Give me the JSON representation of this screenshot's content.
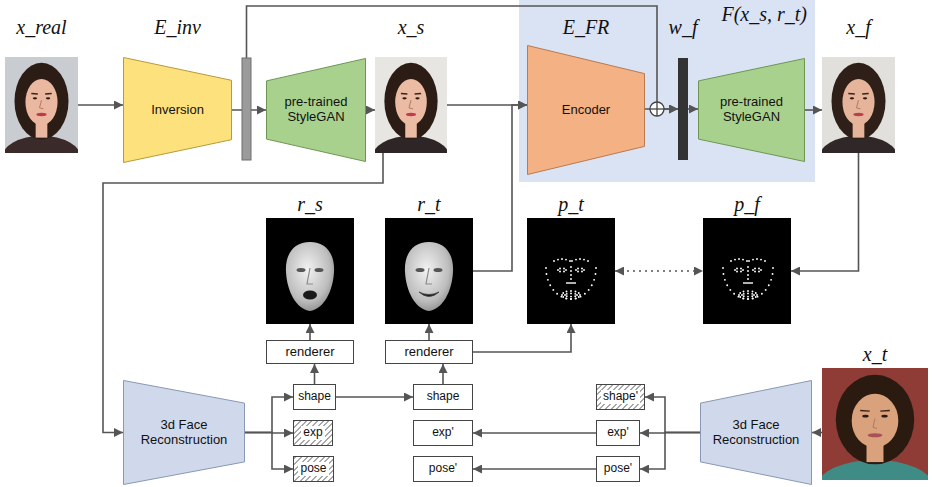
{
  "diagram": {
    "nodes": [
      {
        "text": [
          "x_real"
        ]
      },
      {
        "text": [
          "E_inv",
          "Inversion"
        ]
      },
      {
        "text": [
          "pre-trained StyleGAN"
        ]
      },
      {
        "text": [
          "x_s"
        ]
      },
      {
        "text": [
          "F(x_s, r_t)"
        ]
      },
      {
        "text": [
          "E_FR",
          "Encoder"
        ],
        "in": 4
      },
      {
        "text": [
          "w_f"
        ],
        "in": 4
      },
      {
        "text": [
          "pre-trained StyleGAN"
        ],
        "in": 4
      },
      {
        "text": [
          "x_f"
        ]
      },
      {
        "text": [
          "r_s"
        ]
      },
      {
        "text": [
          "r_t"
        ]
      },
      {
        "text": [
          "p_t"
        ]
      },
      {
        "text": [
          "p_f"
        ]
      },
      {
        "text": [
          "renderer"
        ]
      },
      {
        "text": [
          "renderer"
        ]
      },
      {
        "text": [
          "3d Face Reconstruction"
        ]
      },
      {
        "text": [
          "shape"
        ]
      },
      {
        "text": [
          "exp"
        ]
      },
      {
        "text": [
          "pose"
        ]
      },
      {
        "text": [
          "shape"
        ]
      },
      {
        "text": [
          "exp'"
        ]
      },
      {
        "text": [
          "pose'"
        ]
      },
      {
        "text": [
          "shape'"
        ]
      },
      {
        "text": [
          "exp'"
        ]
      },
      {
        "text": [
          "pose'"
        ]
      },
      {
        "text": [
          "3d Face Reconstruction"
        ]
      },
      {
        "text": [
          "x_t"
        ]
      }
    ],
    "edges": [
      {
        "from": 0,
        "to": 1,
        "arrow": "to"
      },
      {
        "from": 1,
        "to": 2,
        "arrow": "to"
      },
      {
        "from": 1,
        "to": 6,
        "arrow": "to"
      },
      {
        "from": 2,
        "to": 3,
        "arrow": "to"
      },
      {
        "from": 3,
        "to": 5,
        "arrow": "to"
      },
      {
        "from": 5,
        "to": 6,
        "arrow": "to"
      },
      {
        "from": 6,
        "to": 7,
        "arrow": "to"
      },
      {
        "from": 7,
        "to": 8,
        "arrow": "to"
      },
      {
        "from": 3,
        "to": 15,
        "arrow": "to"
      },
      {
        "from": 10,
        "to": 5,
        "arrow": "to"
      },
      {
        "from": 8,
        "to": 12,
        "arrow": "to"
      },
      {
        "from": 11,
        "to": 12,
        "arrow": "both"
      },
      {
        "from": 13,
        "to": 9,
        "arrow": "to"
      },
      {
        "from": 14,
        "to": 10,
        "arrow": "to"
      },
      {
        "from": 14,
        "to": 11,
        "arrow": "to"
      },
      {
        "from": 15,
        "to": 16,
        "arrow": "to"
      },
      {
        "from": 15,
        "to": 17,
        "arrow": "to"
      },
      {
        "from": 15,
        "to": 18,
        "arrow": "to"
      },
      {
        "from": 16,
        "to": 13,
        "arrow": "to"
      },
      {
        "from": 16,
        "to": 19,
        "arrow": "to"
      },
      {
        "from": 19,
        "to": 14,
        "arrow": "to"
      },
      {
        "from": 24,
        "to": 21,
        "arrow": "to"
      },
      {
        "from": 23,
        "to": 20,
        "arrow": "to"
      },
      {
        "from": 25,
        "to": 22,
        "arrow": "to"
      },
      {
        "from": 25,
        "to": 23,
        "arrow": "to"
      },
      {
        "from": 25,
        "to": 24,
        "arrow": "to"
      },
      {
        "from": 26,
        "to": 25,
        "arrow": "to"
      }
    ]
  }
}
